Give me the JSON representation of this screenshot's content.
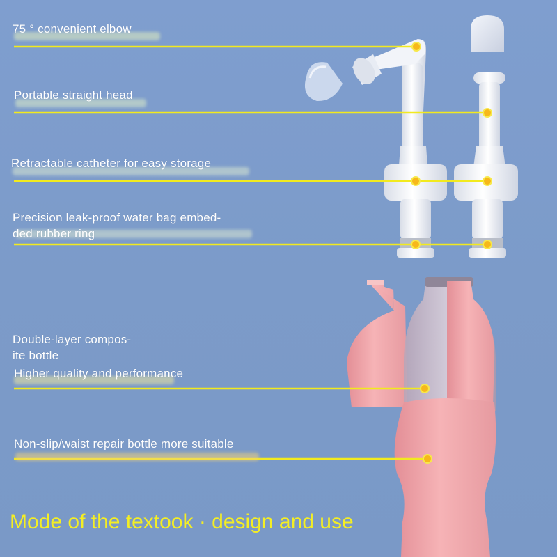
{
  "callouts": [
    {
      "text": "75 ° convenient elbow"
    },
    {
      "text": "Portable straight head"
    },
    {
      "text": "Retractable catheter for easy storage"
    },
    {
      "text": "Precision leak-proof water bag embed-",
      "text2": "ded rubber ring"
    },
    {
      "text": "Double-layer compos-",
      "text2": "ite bottle"
    },
    {
      "text": "Higher quality and performance"
    },
    {
      "text": "Non-slip/waist repair bottle more suitable"
    }
  ],
  "headline": "Mode of the textook · design and use",
  "colors": {
    "background": "#7d9ccb",
    "leader_line": "#f2ea1e",
    "leader_dot": "#f7b81a",
    "bottle_pink": "#f0a5aa",
    "part_white": "#f4f6fb",
    "headline": "#f4ee24"
  }
}
